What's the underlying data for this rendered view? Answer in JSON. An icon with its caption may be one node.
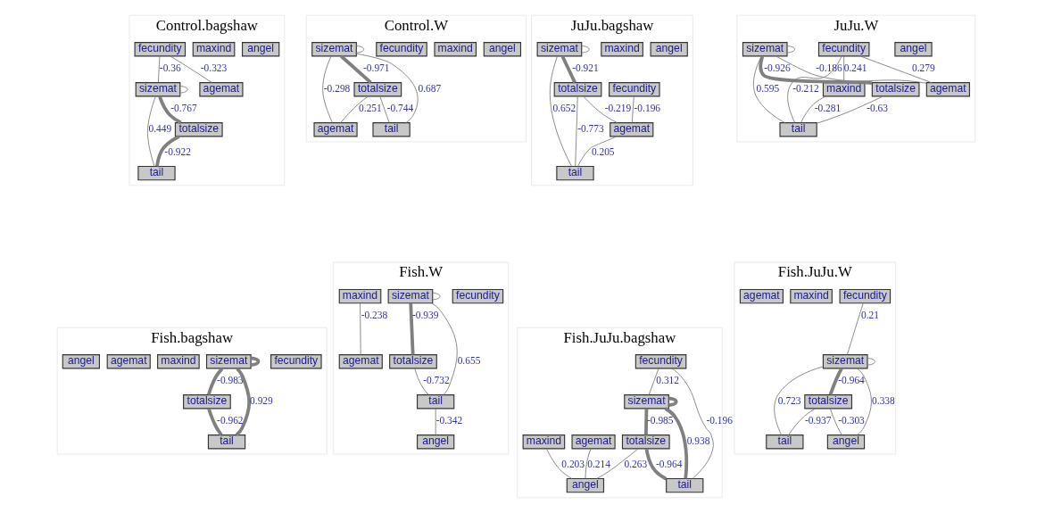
{
  "diagram": {
    "nodes": [
      {
        "text": [
          "Control.bagshaw"
        ]
      },
      {
        "text": [
          "fecundity"
        ],
        "in": 0
      },
      {
        "text": [
          "sizemat"
        ],
        "in": 0
      },
      {
        "text": [
          "maxind"
        ],
        "in": 0
      },
      {
        "text": [
          "agemat"
        ],
        "in": 0
      },
      {
        "text": [
          "totalsize"
        ],
        "in": 0
      },
      {
        "text": [
          "tail"
        ],
        "in": 0
      },
      {
        "text": [
          "angel"
        ],
        "in": 0
      },
      {
        "text": [
          "Control.W"
        ]
      },
      {
        "text": [
          "fecundity"
        ],
        "in": 8
      },
      {
        "text": [
          "sizemat"
        ],
        "in": 8
      },
      {
        "text": [
          "maxind"
        ],
        "in": 8
      },
      {
        "text": [
          "agemat"
        ],
        "in": 8
      },
      {
        "text": [
          "totalsize"
        ],
        "in": 8
      },
      {
        "text": [
          "tail"
        ],
        "in": 8
      },
      {
        "text": [
          "angel"
        ],
        "in": 8
      },
      {
        "text": [
          "JuJu.bagshaw"
        ]
      },
      {
        "text": [
          "fecundity"
        ],
        "in": 16
      },
      {
        "text": [
          "sizemat"
        ],
        "in": 16
      },
      {
        "text": [
          "maxind"
        ],
        "in": 16
      },
      {
        "text": [
          "agemat"
        ],
        "in": 16
      },
      {
        "text": [
          "totalsize"
        ],
        "in": 16
      },
      {
        "text": [
          "tail"
        ],
        "in": 16
      },
      {
        "text": [
          "angel"
        ],
        "in": 16
      },
      {
        "text": [
          "JuJu.W"
        ]
      },
      {
        "text": [
          "fecundity"
        ],
        "in": 24
      },
      {
        "text": [
          "sizemat"
        ],
        "in": 24
      },
      {
        "text": [
          "maxind"
        ],
        "in": 24
      },
      {
        "text": [
          "agemat"
        ],
        "in": 24
      },
      {
        "text": [
          "totalsize"
        ],
        "in": 24
      },
      {
        "text": [
          "tail"
        ],
        "in": 24
      },
      {
        "text": [
          "angel"
        ],
        "in": 24
      },
      {
        "text": [
          "Fish.bagshaw"
        ]
      },
      {
        "text": [
          "fecundity"
        ],
        "in": 32
      },
      {
        "text": [
          "sizemat"
        ],
        "in": 32
      },
      {
        "text": [
          "maxind"
        ],
        "in": 32
      },
      {
        "text": [
          "agemat"
        ],
        "in": 32
      },
      {
        "text": [
          "totalsize"
        ],
        "in": 32
      },
      {
        "text": [
          "tail"
        ],
        "in": 32
      },
      {
        "text": [
          "angel"
        ],
        "in": 32
      },
      {
        "text": [
          "Fish.W"
        ]
      },
      {
        "text": [
          "fecundity"
        ],
        "in": 40
      },
      {
        "text": [
          "sizemat"
        ],
        "in": 40
      },
      {
        "text": [
          "maxind"
        ],
        "in": 40
      },
      {
        "text": [
          "agemat"
        ],
        "in": 40
      },
      {
        "text": [
          "totalsize"
        ],
        "in": 40
      },
      {
        "text": [
          "tail"
        ],
        "in": 40
      },
      {
        "text": [
          "angel"
        ],
        "in": 40
      },
      {
        "text": [
          "Fish.JuJu.bagshaw"
        ]
      },
      {
        "text": [
          "fecundity"
        ],
        "in": 48
      },
      {
        "text": [
          "sizemat"
        ],
        "in": 48
      },
      {
        "text": [
          "maxind"
        ],
        "in": 48
      },
      {
        "text": [
          "agemat"
        ],
        "in": 48
      },
      {
        "text": [
          "totalsize"
        ],
        "in": 48
      },
      {
        "text": [
          "tail"
        ],
        "in": 48
      },
      {
        "text": [
          "angel"
        ],
        "in": 48
      },
      {
        "text": [
          "Fish.JuJu.W"
        ]
      },
      {
        "text": [
          "fecundity"
        ],
        "in": 56
      },
      {
        "text": [
          "sizemat"
        ],
        "in": 56
      },
      {
        "text": [
          "maxind"
        ],
        "in": 56
      },
      {
        "text": [
          "agemat"
        ],
        "in": 56
      },
      {
        "text": [
          "totalsize"
        ],
        "in": 56
      },
      {
        "text": [
          "tail"
        ],
        "in": 56
      },
      {
        "text": [
          "angel"
        ],
        "in": 56
      }
    ],
    "edges": [
      {
        "from": 1,
        "to": 2,
        "arrow": "none",
        "label": "-0.36"
      },
      {
        "from": 1,
        "to": 4,
        "arrow": "none",
        "label": "-0.323"
      },
      {
        "from": 2,
        "to": 2,
        "arrow": "none"
      },
      {
        "from": 2,
        "to": 5,
        "arrow": "none",
        "label": "-0.767",
        "style": "thick"
      },
      {
        "from": 2,
        "to": 6,
        "arrow": "none",
        "label": "0.449"
      },
      {
        "from": 5,
        "to": 6,
        "arrow": "none",
        "label": "-0.922",
        "style": "thick"
      },
      {
        "from": 10,
        "to": 10,
        "arrow": "none"
      },
      {
        "from": 10,
        "to": 12,
        "arrow": "none",
        "label": "-0.298"
      },
      {
        "from": 10,
        "to": 13,
        "arrow": "none",
        "label": "-0.971",
        "style": "thick"
      },
      {
        "from": 13,
        "to": 12,
        "arrow": "none",
        "label": "0.251"
      },
      {
        "from": 10,
        "to": 14,
        "arrow": "none",
        "label": "0.687"
      },
      {
        "from": 13,
        "to": 14,
        "arrow": "none",
        "label": "-0.744"
      },
      {
        "from": 17,
        "to": 20,
        "arrow": "none",
        "label": "-0.196"
      },
      {
        "from": 18,
        "to": 18,
        "arrow": "none"
      },
      {
        "from": 18,
        "to": 21,
        "arrow": "none",
        "label": "-0.921",
        "style": "thick"
      },
      {
        "from": 21,
        "to": 20,
        "arrow": "none",
        "label": "-0.219"
      },
      {
        "from": 18,
        "to": 22,
        "arrow": "none",
        "label": "0.652"
      },
      {
        "from": 20,
        "to": 22,
        "arrow": "none",
        "label": "0.205"
      },
      {
        "from": 21,
        "to": 22,
        "arrow": "none",
        "label": "-0.773"
      },
      {
        "from": 25,
        "to": 27,
        "arrow": "none",
        "label": "0.241"
      },
      {
        "from": 25,
        "to": 28,
        "arrow": "none",
        "label": "0.279"
      },
      {
        "from": 26,
        "to": 26,
        "arrow": "none"
      },
      {
        "from": 26,
        "to": 28,
        "arrow": "none",
        "label": "-0.186"
      },
      {
        "from": 26,
        "to": 29,
        "arrow": "none",
        "label": "-0.926",
        "style": "thick"
      },
      {
        "from": 25,
        "to": 30,
        "arrow": "none",
        "label": "-0.212"
      },
      {
        "from": 27,
        "to": 30,
        "arrow": "none",
        "label": "-0.281"
      },
      {
        "from": 26,
        "to": 30,
        "arrow": "none",
        "label": "0.595"
      },
      {
        "from": 29,
        "to": 30,
        "arrow": "none",
        "label": "-0.63"
      },
      {
        "from": 34,
        "to": 34,
        "arrow": "none",
        "style": "thick"
      },
      {
        "from": 34,
        "to": 37,
        "arrow": "none",
        "label": "-0.983",
        "style": "thick"
      },
      {
        "from": 34,
        "to": 38,
        "arrow": "none",
        "label": "0.929",
        "style": "thick"
      },
      {
        "from": 37,
        "to": 38,
        "arrow": "none",
        "label": "-0.962",
        "style": "thick"
      },
      {
        "from": 42,
        "to": 42,
        "arrow": "none"
      },
      {
        "from": 43,
        "to": 44,
        "arrow": "none",
        "label": "-0.238"
      },
      {
        "from": 42,
        "to": 45,
        "arrow": "none",
        "label": "-0.939",
        "style": "thick"
      },
      {
        "from": 42,
        "to": 46,
        "arrow": "none",
        "label": "0.655"
      },
      {
        "from": 45,
        "to": 46,
        "arrow": "none",
        "label": "-0.732"
      },
      {
        "from": 46,
        "to": 47,
        "arrow": "none",
        "label": "-0.342"
      },
      {
        "from": 49,
        "to": 50,
        "arrow": "none",
        "label": "0.312"
      },
      {
        "from": 50,
        "to": 50,
        "arrow": "none",
        "style": "thick"
      },
      {
        "from": 51,
        "to": 55,
        "arrow": "none",
        "label": "0.203"
      },
      {
        "from": 50,
        "to": 53,
        "arrow": "none",
        "label": "-0.985",
        "style": "thick"
      },
      {
        "from": 49,
        "to": 54,
        "arrow": "none",
        "label": "-0.196"
      },
      {
        "from": 50,
        "to": 54,
        "arrow": "none",
        "label": "0.938",
        "style": "thick"
      },
      {
        "from": 53,
        "to": 55,
        "arrow": "none",
        "label": "0.263"
      },
      {
        "from": 52,
        "to": 55,
        "arrow": "none",
        "label": "0.214"
      },
      {
        "from": 53,
        "to": 54,
        "arrow": "none",
        "label": "-0.964",
        "style": "thick"
      },
      {
        "from": 57,
        "to": 58,
        "arrow": "none",
        "label": "0.21"
      },
      {
        "from": 58,
        "to": 58,
        "arrow": "none"
      },
      {
        "from": 58,
        "to": 61,
        "arrow": "none",
        "label": "-0.964",
        "style": "thick"
      },
      {
        "from": 58,
        "to": 62,
        "arrow": "none",
        "label": "0.723"
      },
      {
        "from": 58,
        "to": 63,
        "arrow": "none",
        "label": "0.338"
      },
      {
        "from": 61,
        "to": 62,
        "arrow": "none",
        "label": "-0.937"
      },
      {
        "from": 61,
        "to": 63,
        "arrow": "none",
        "label": "-0.303"
      }
    ]
  }
}
